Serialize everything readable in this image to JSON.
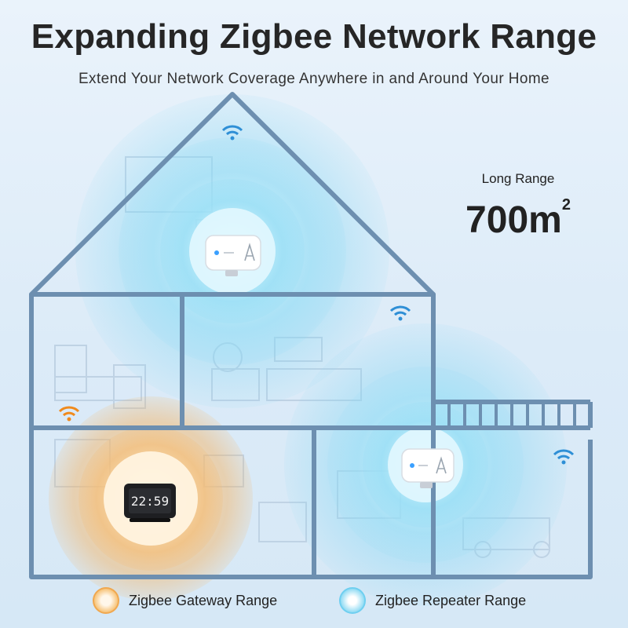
{
  "title": "Expanding Zigbee Network Range",
  "subtitle": "Extend Your Network Coverage Anywhere in and Around Your Home",
  "range": {
    "label": "Long Range",
    "value": "700m",
    "superscript": "2"
  },
  "legend": {
    "gateway": "Zigbee Gateway Range",
    "repeater": "Zigbee Repeater Range"
  },
  "gateway_device": {
    "display_time": "22:59"
  },
  "colors": {
    "gateway_orange": "#f0a850",
    "repeater_blue": "#4fc4ec",
    "house_outline": "#6d8fb0",
    "wifi_blue": "#2e8fd6",
    "wifi_orange": "#f08a1c"
  }
}
